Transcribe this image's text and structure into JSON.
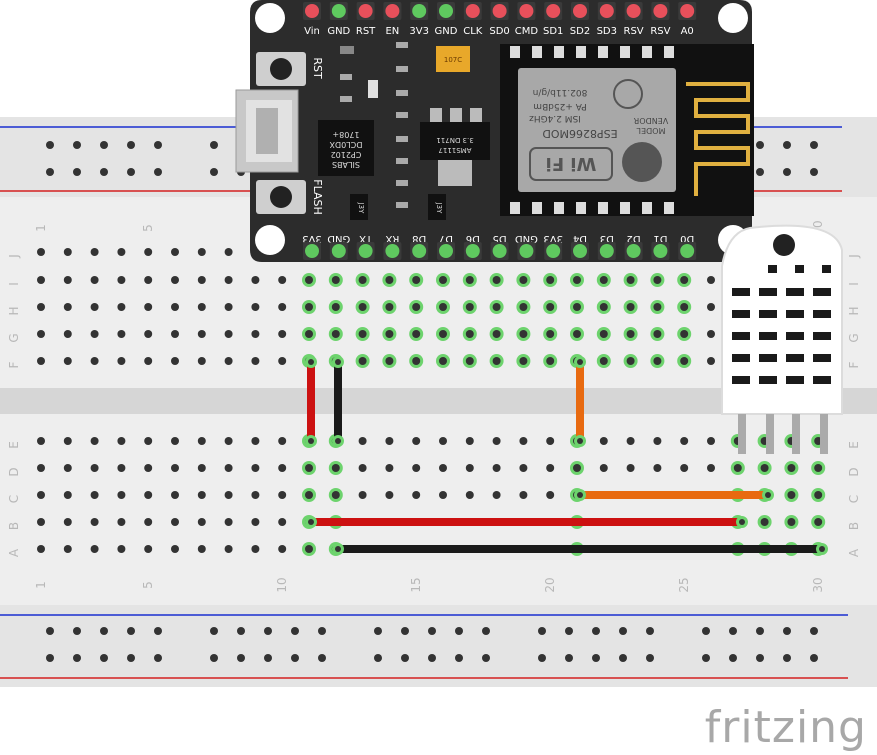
{
  "breadboard": {
    "row_letters_top": [
      "J",
      "I",
      "H",
      "G",
      "F"
    ],
    "row_letters_bottom": [
      "E",
      "D",
      "C",
      "B",
      "A"
    ],
    "column_numbers": [
      "1",
      "5",
      "10",
      "15",
      "20",
      "25",
      "30"
    ],
    "colors": {
      "board": "#eeeeee",
      "hole": "#333333",
      "connected": "#6dd36d",
      "rail_red": "#d42020",
      "rail_blue": "#1a2fd0"
    }
  },
  "nodemcu": {
    "top_pins": [
      "Vin",
      "GND",
      "RST",
      "EN",
      "3V3",
      "GND",
      "CLK",
      "SD0",
      "CMD",
      "SD1",
      "SD2",
      "SD3",
      "RSV",
      "RSV",
      "A0"
    ],
    "bottom_pins": [
      "3V3",
      "GND",
      "TX",
      "RX",
      "D8",
      "D7",
      "D6",
      "D5",
      "GND",
      "3V3",
      "D4",
      "D3",
      "D2",
      "D1",
      "D0"
    ],
    "button_rst": "RST",
    "button_flash": "FLASH",
    "usb_chip_lines": [
      "SILABS",
      "CP2102",
      "DCL0DX",
      "1708+"
    ],
    "regulator_lines": [
      "AMS1117",
      "3.3  DN711"
    ],
    "cap_label": "107C",
    "module_lines": [
      "ESP8266MOD",
      "VENDOR",
      "MODEL",
      "ISM 2.4GHz",
      "PA +25dBm",
      "802.11b/g/n"
    ],
    "wifi_label": "Wi Fi",
    "small_labels": [
      "J3Y",
      "J3Y"
    ],
    "colors": {
      "pcb": "#2c2c2c",
      "pin_red": "#e8505b",
      "pin_green": "#5fc95f",
      "label": "#ffffff"
    }
  },
  "wires": {
    "colors": {
      "red": "#cc1111",
      "black": "#1a1a1a",
      "orange": "#e86a10"
    }
  },
  "watermark": "fritzing"
}
